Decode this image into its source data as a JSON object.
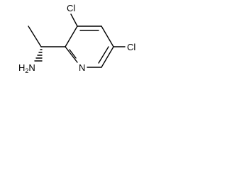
{
  "structure": {
    "labels": {
      "cl_top": "Cl",
      "cl_right": "Cl",
      "nitrogen": "N",
      "amine_main": "H",
      "amine_sub": "2",
      "amine_n": "N"
    }
  }
}
